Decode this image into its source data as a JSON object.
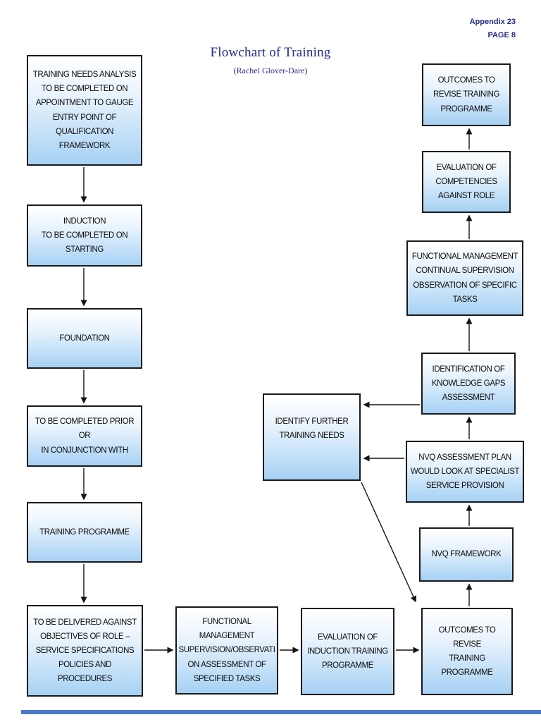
{
  "page": {
    "appendix": "Appendix 23",
    "page_label": "PAGE 8",
    "title": "Flowchart of Training",
    "subtitle": "(Rachel Glover-Dare)",
    "accent_navy": "#232a8a",
    "box_border_color": "#1a1a1a",
    "box_fill_top": "#ffffff",
    "box_fill_bottom": "#a6d1f4",
    "bottom_bar_color": "#4a7bc4",
    "arrow_color": "#141414"
  },
  "nodes": {
    "training_needs": {
      "label": "TRAINING NEEDS ANALYSIS\nTO BE COMPLETED ON\nAPPOINTMENT TO GAUGE\nENTRY POINT OF\nQUALIFICATION FRAMEWORK"
    },
    "induction": {
      "label": "INDUCTION\nTO BE COMPLETED ON\nSTARTING"
    },
    "foundation": {
      "label": "FOUNDATION"
    },
    "completed_prior": {
      "label": "TO BE COMPLETED PRIOR OR\nIN CONJUNCTION WITH"
    },
    "training_programme": {
      "label": "TRAINING PROGRAMME"
    },
    "delivered_against": {
      "label": "TO BE DELIVERED AGAINST\nOBJECTIVES OF ROLE –\nSERVICE SPECIFICATIONS\nPOLICIES AND PROCEDURES"
    },
    "functional_supervision": {
      "label": "FUNCTIONAL\nMANAGEMENT\nSUPERVISION/OBSERVATI\nON ASSESSMENT OF\nSPECIFIED TASKS"
    },
    "evaluation_induction": {
      "label": "EVALUATION OF\nINDUCTION TRAINING\nPROGRAMME"
    },
    "outcomes_revise_bottom": {
      "label": "OUTCOMES TO REVISE\nTRAINING\nPROGRAMME"
    },
    "nvq_framework": {
      "label": "NVQ FRAMEWORK"
    },
    "nvq_assessment_plan": {
      "label": "NVQ ASSESSMENT PLAN\nWOULD LOOK AT SPECIALIST\nSERVICE PROVISION"
    },
    "identification_gaps": {
      "label": "IDENTIFICATION OF\nKNOWLEDGE GAPS\nASSESSMENT"
    },
    "functional_continual": {
      "label": "FUNCTIONAL MANAGEMENT\nCONTINUAL SUPERVISION\nOBSERVATION OF SPECIFIC\nTASKS"
    },
    "evaluation_competencies": {
      "label": "EVALUATION OF\nCOMPETENCIES\nAGAINST ROLE"
    },
    "outcomes_revise_top": {
      "label": "OUTCOMES TO\nREVISE TRAINING\nPROGRAMME"
    },
    "identify_further": {
      "label": "IDENTIFY FURTHER\nTRAINING NEEDS"
    }
  },
  "edges": [
    {
      "from": "training_needs",
      "to": "induction"
    },
    {
      "from": "induction",
      "to": "foundation"
    },
    {
      "from": "foundation",
      "to": "completed_prior"
    },
    {
      "from": "completed_prior",
      "to": "training_programme"
    },
    {
      "from": "training_programme",
      "to": "delivered_against"
    },
    {
      "from": "delivered_against",
      "to": "functional_supervision"
    },
    {
      "from": "functional_supervision",
      "to": "evaluation_induction"
    },
    {
      "from": "evaluation_induction",
      "to": "outcomes_revise_bottom"
    },
    {
      "from": "outcomes_revise_bottom",
      "to": "nvq_framework"
    },
    {
      "from": "nvq_framework",
      "to": "nvq_assessment_plan"
    },
    {
      "from": "nvq_assessment_plan",
      "to": "identification_gaps"
    },
    {
      "from": "identification_gaps",
      "to": "functional_continual"
    },
    {
      "from": "functional_continual",
      "to": "evaluation_competencies"
    },
    {
      "from": "evaluation_competencies",
      "to": "outcomes_revise_top"
    },
    {
      "from": "identification_gaps",
      "to": "identify_further"
    },
    {
      "from": "nvq_assessment_plan",
      "to": "identify_further"
    },
    {
      "from": "identify_further",
      "to": "outcomes_revise_bottom"
    }
  ]
}
